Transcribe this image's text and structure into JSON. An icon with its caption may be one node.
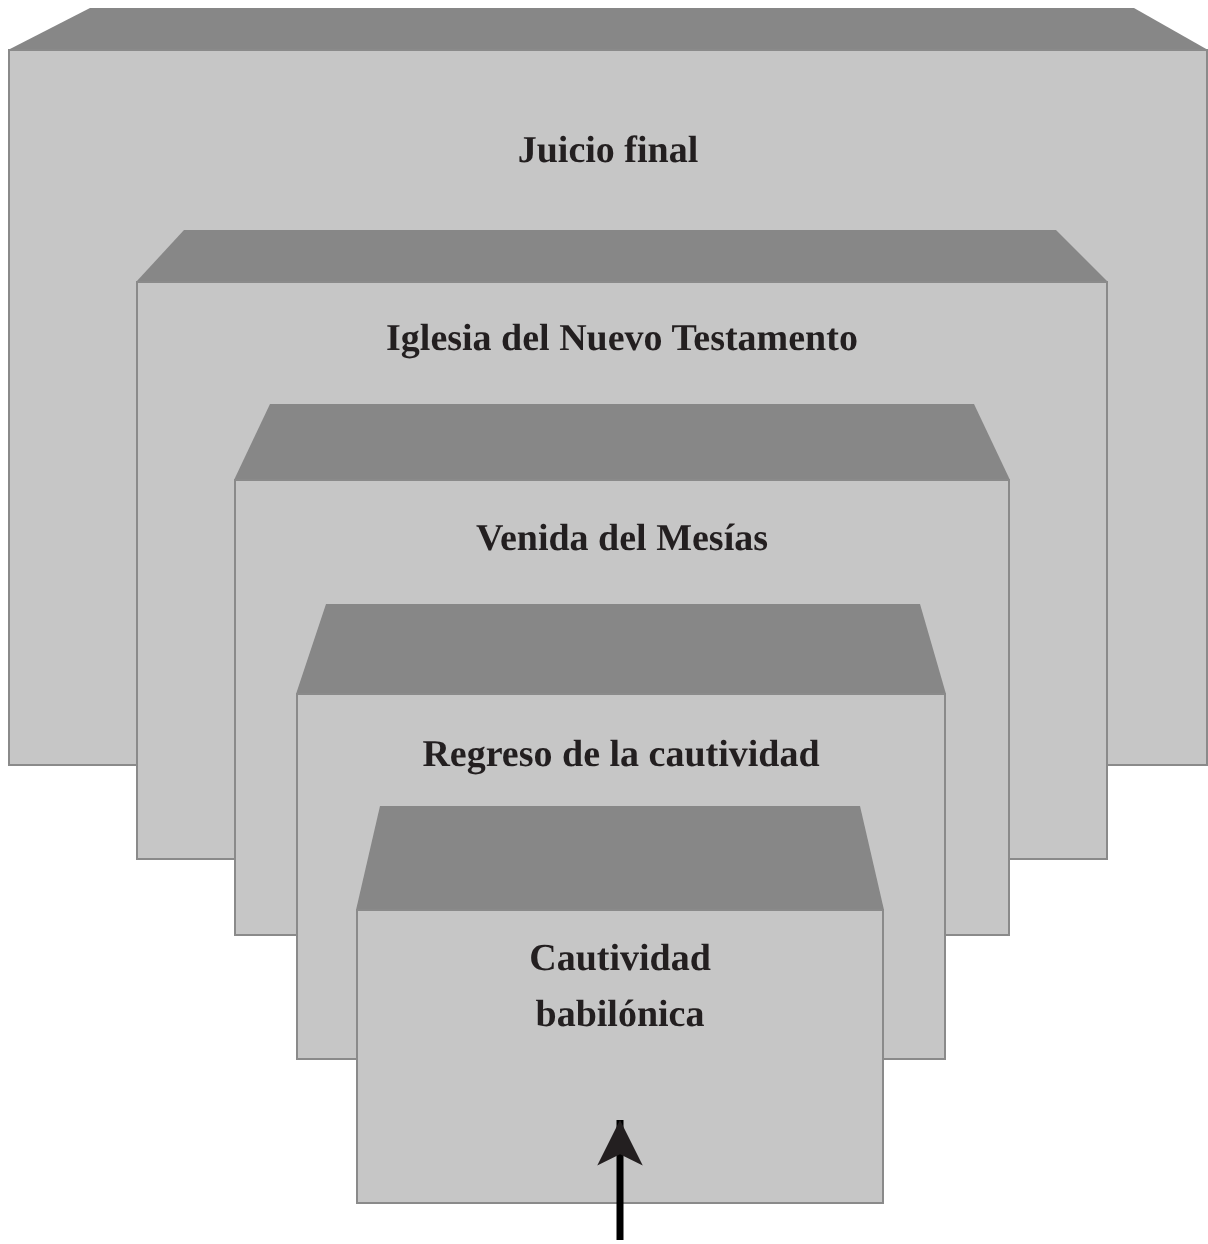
{
  "diagram": {
    "nodes": [
      {
        "text": [
          "Juicio final"
        ]
      },
      {
        "text": [
          "Iglesia del Nuevo Testamento"
        ]
      },
      {
        "text": [
          "Venida del Mesías"
        ]
      },
      {
        "text": [
          "Regreso de la cautividad"
        ]
      },
      {
        "text": [
          "Cautividad babilónica"
        ]
      }
    ],
    "edges": [
      {
        "from": null,
        "to": 4,
        "arrow": "to"
      }
    ]
  }
}
